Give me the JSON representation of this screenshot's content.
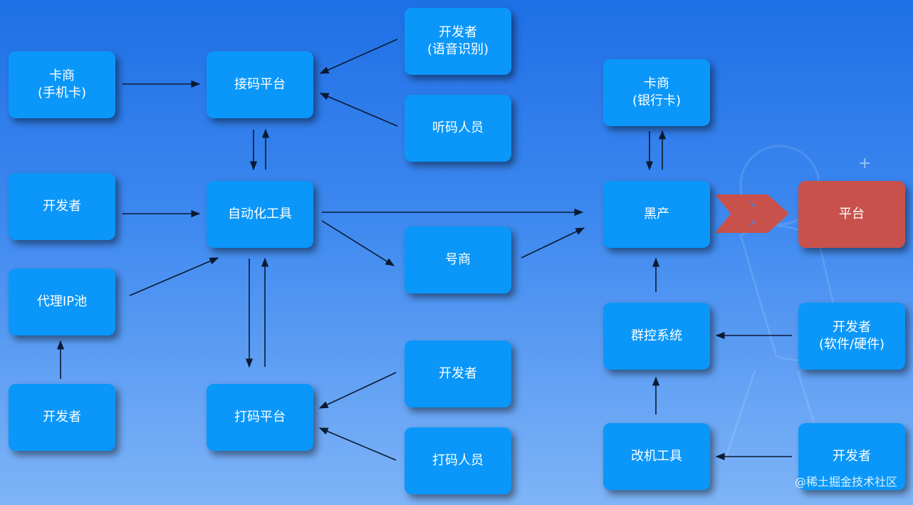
{
  "nodes": {
    "card_dealer_sim": {
      "line1": "卡商",
      "line2": "(手机卡)"
    },
    "sms_platform": {
      "label": "接码平台"
    },
    "dev_voice": {
      "line1": "开发者",
      "line2": "(语音识别)"
    },
    "code_listener": {
      "label": "听码人员"
    },
    "dev_auto": {
      "label": "开发者"
    },
    "auto_tool": {
      "label": "自动化工具"
    },
    "account_dealer": {
      "label": "号商"
    },
    "proxy_ip": {
      "label": "代理IP池"
    },
    "dev_proxy": {
      "label": "开发者"
    },
    "captcha_platform": {
      "label": "打码平台"
    },
    "dev_captcha": {
      "label": "开发者"
    },
    "captcha_worker": {
      "label": "打码人员"
    },
    "card_dealer_bank": {
      "line1": "卡商",
      "line2": "(银行卡)"
    },
    "black_industry": {
      "label": "黑产"
    },
    "platform": {
      "label": "平台"
    },
    "group_control": {
      "label": "群控系统"
    },
    "dev_software": {
      "line1": "开发者",
      "line2": "(软件/硬件)"
    },
    "device_mod_tool": {
      "label": "改机工具"
    },
    "dev_mod": {
      "label": "开发者"
    }
  },
  "watermark": "@稀土掘金技术社区",
  "colors": {
    "node": "#0a97f9",
    "platform": "#c8524b",
    "arrow": "#0b1a33",
    "big_arrow": "#c8524b"
  }
}
